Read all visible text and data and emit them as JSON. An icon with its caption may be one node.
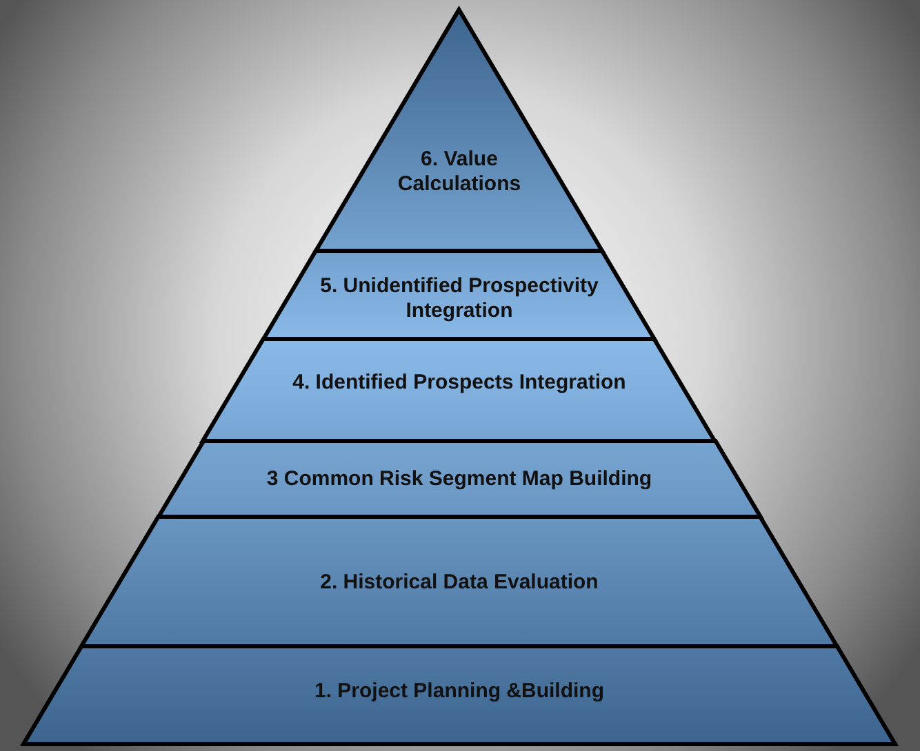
{
  "diagram": {
    "nodes": [
      {
        "text": [
          "6. Value Calculations"
        ]
      },
      {
        "text": [
          "5. Unidentified Prospectivity Integration"
        ]
      },
      {
        "text": [
          "4. Identified Prospects Integration"
        ]
      },
      {
        "text": [
          "3 Common Risk Segment Map Building"
        ]
      },
      {
        "text": [
          "2. Historical Data Evaluation"
        ]
      },
      {
        "text": [
          "1. Project Planning &Building"
        ]
      }
    ]
  }
}
